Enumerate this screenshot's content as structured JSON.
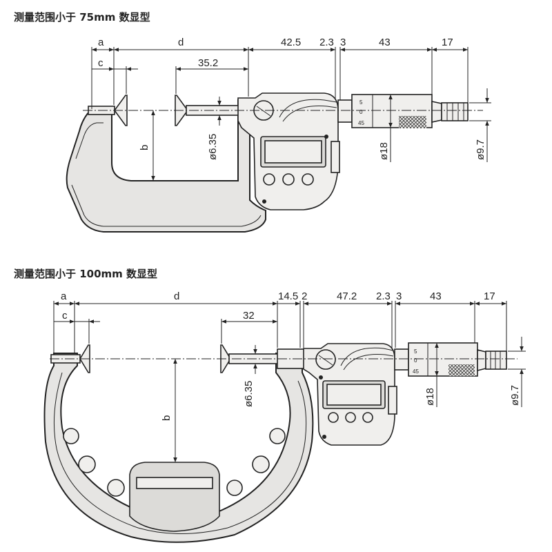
{
  "diagram_75": {
    "caption": "测量范围小于 75mm 数显型",
    "dims": {
      "a": "a",
      "d": "d",
      "c": "c",
      "b": "b",
      "d1": "42.5",
      "d2": "2.3",
      "d3": "3",
      "d4": "43",
      "d5": "17",
      "d6": "35.2",
      "dia1": "ø6.35",
      "dia2": "ø18",
      "dia3": "ø9.7"
    },
    "thimble_marks": [
      "5",
      "0",
      "45"
    ]
  },
  "diagram_100": {
    "caption": "测量范围小于 100mm 数显型",
    "dims": {
      "a": "a",
      "d": "d",
      "c": "c",
      "b": "b",
      "d1": "14.5",
      "d1b": "2",
      "d2": "47.2",
      "d3": "2.3",
      "d3b": "3",
      "d4": "43",
      "d5": "17",
      "d6": "32",
      "dia1": "ø6.35",
      "dia2": "ø18",
      "dia3": "ø9.7"
    },
    "thimble_marks": [
      "5",
      "0",
      "45"
    ]
  }
}
